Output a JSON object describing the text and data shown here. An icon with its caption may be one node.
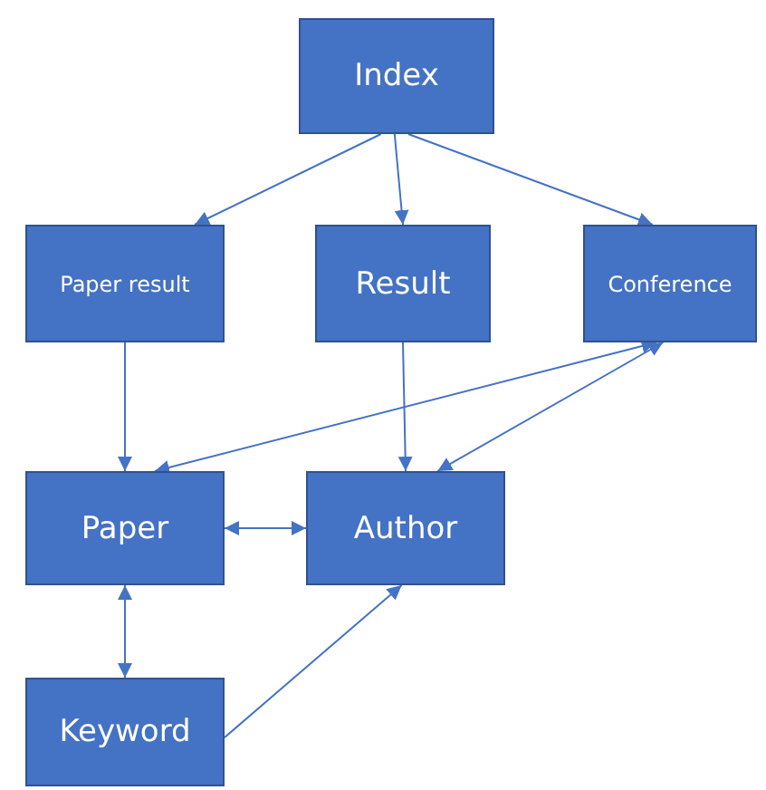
{
  "diagram": {
    "nodes": [
      {
        "text": [
          "Index"
        ]
      },
      {
        "text": [
          "Paper result"
        ]
      },
      {
        "text": [
          "Result"
        ]
      },
      {
        "text": [
          "Conference"
        ]
      },
      {
        "text": [
          "Paper"
        ]
      },
      {
        "text": [
          "Author"
        ]
      },
      {
        "text": [
          "Keyword"
        ]
      }
    ],
    "edges": [
      {
        "from": 0,
        "to": 1,
        "arrow": "to"
      },
      {
        "from": 0,
        "to": 2,
        "arrow": "to"
      },
      {
        "from": 0,
        "to": 3,
        "arrow": "to"
      },
      {
        "from": 1,
        "to": 4,
        "arrow": "to"
      },
      {
        "from": 2,
        "to": 5,
        "arrow": "to"
      },
      {
        "from": 3,
        "to": 4,
        "arrow": "both"
      },
      {
        "from": 3,
        "to": 5,
        "arrow": "both"
      },
      {
        "from": 4,
        "to": 5,
        "arrow": "both"
      },
      {
        "from": 4,
        "to": 6,
        "arrow": "both"
      },
      {
        "from": 6,
        "to": 5,
        "arrow": "to"
      }
    ]
  }
}
